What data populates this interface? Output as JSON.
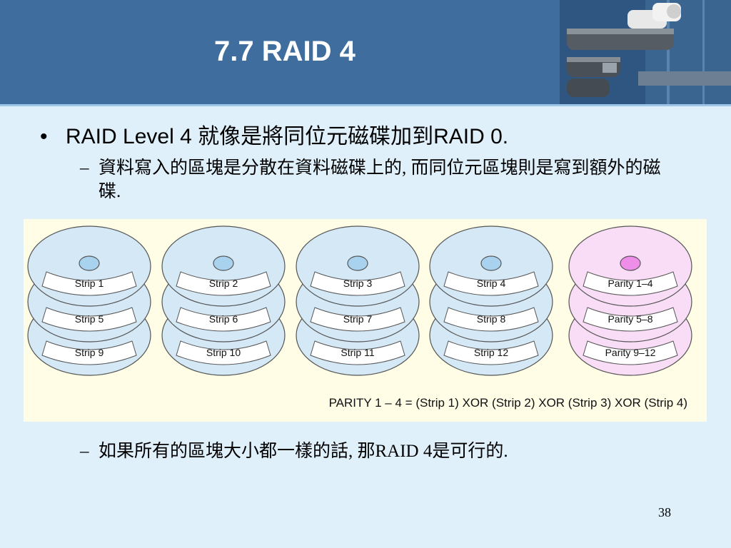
{
  "slide": {
    "title": "7.7 RAID 4",
    "bullet": "RAID Level 4 就像是將同位元磁碟加到RAID 0.",
    "sub_bullets": [
      "資料寫入的區塊是分散在資料磁碟上的, 而同位元區塊則是寫到額外的磁碟.",
      "如果所有的區塊大小都一樣的話, 那RAID 4是可行的."
    ],
    "dash": "–",
    "bullet_symbol": "•",
    "page_number": "38"
  },
  "figure": {
    "disks": [
      {
        "strips": [
          "Strip 1",
          "Strip 5",
          "Strip 9"
        ],
        "parity": false
      },
      {
        "strips": [
          "Strip 2",
          "Strip 6",
          "Strip 10"
        ],
        "parity": false
      },
      {
        "strips": [
          "Strip 3",
          "Strip 7",
          "Strip 11"
        ],
        "parity": false
      },
      {
        "strips": [
          "Strip 4",
          "Strip 8",
          "Strip 12"
        ],
        "parity": false
      },
      {
        "strips": [
          "Parity 1–4",
          "Parity 5–8",
          "Parity 9–12"
        ],
        "parity": true
      }
    ],
    "caption": "PARITY 1 – 4 = (Strip 1) XOR (Strip 2) XOR (Strip 3) XOR (Strip 4)",
    "colors": {
      "data_disk": "#d4e8f6",
      "data_hub": "#a9d2ee",
      "parity_disk": "#f9dcf6",
      "parity_hub": "#ef8ee8",
      "stroke": "#555555"
    }
  }
}
